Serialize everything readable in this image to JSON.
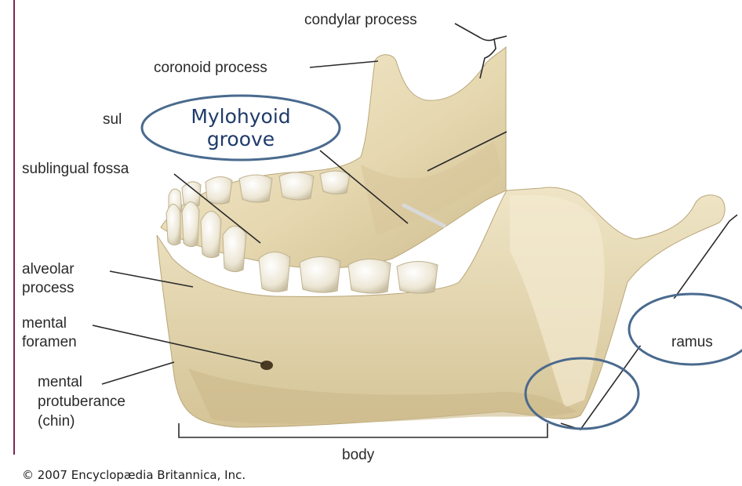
{
  "labels": {
    "condylar_process": "condylar process",
    "coronoid_process": "coronoid process",
    "sul_fragment": "sul",
    "sublingual_fossa": "sublingual fossa",
    "alveolar_process_line1": "alveolar",
    "alveolar_process_line2": "process",
    "mental_foramen_line1": "mental",
    "mental_foramen_line2": "foramen",
    "mental_protuberance_line1": "mental",
    "mental_protuberance_line2": "protuberance",
    "mental_protuberance_line3": "(chin)",
    "body": "body",
    "ramus": "ramus"
  },
  "callout": {
    "mylohyoid_line1": "Mylohyoid",
    "mylohyoid_line2": "groove"
  },
  "copyright": "© 2007 Encyclopædia Britannica, Inc.",
  "colors": {
    "bone": "#eee3c2",
    "bone_shadow": "#cdbb8e",
    "annotation_circle": "#4a6a8e"
  }
}
